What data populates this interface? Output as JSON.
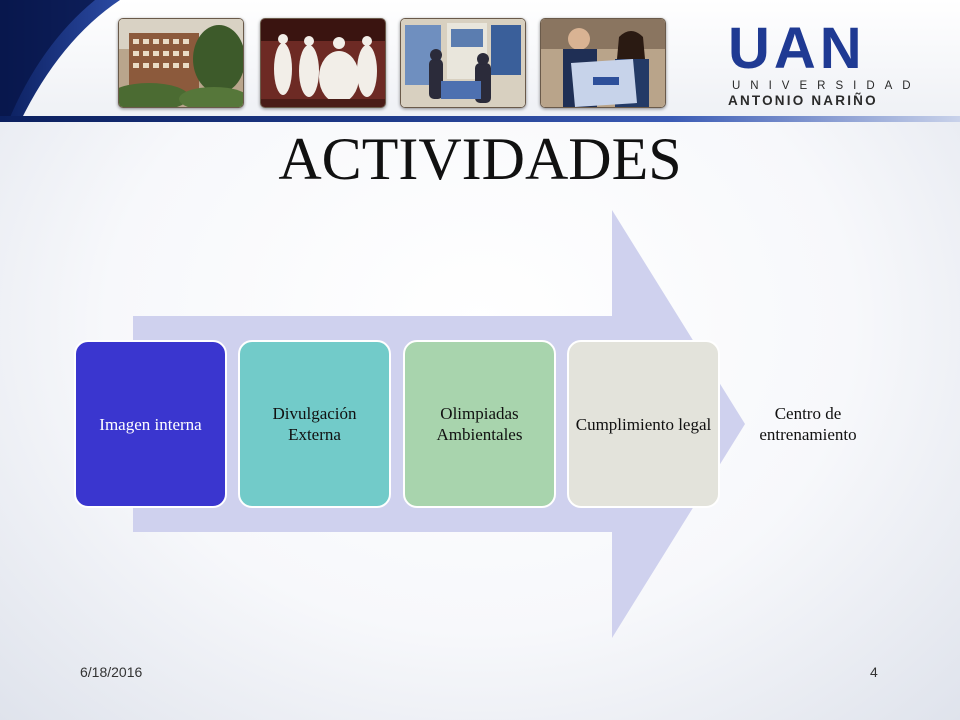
{
  "slide": {
    "title": "ACTIVIDADES",
    "footer_date": "6/18/2016",
    "page_number": "4"
  },
  "logo": {
    "letters": [
      "U",
      "A",
      "N"
    ],
    "line1": "UNIVERSIDAD",
    "line2": "ANTONIO NARIÑO",
    "color": "#1f3a93"
  },
  "header_photos": [
    {
      "subject": "campus-building-photo"
    },
    {
      "subject": "dancers-photo"
    },
    {
      "subject": "exhibition-photo"
    },
    {
      "subject": "students-brochure-photo"
    }
  ],
  "process": {
    "arrow_color": "#cfd1ee",
    "steps": [
      {
        "label": "Imagen interna",
        "fill": "#3a36cf",
        "text_color": "#ffffff"
      },
      {
        "label": "Divulgación Externa",
        "fill": "#72cbc9",
        "text_color": "#111111"
      },
      {
        "label": "Olimpiadas Ambientales",
        "fill": "#a8d4ad",
        "text_color": "#111111"
      },
      {
        "label": "Cumplimiento legal",
        "fill": "#e3e3db",
        "text_color": "#111111"
      },
      {
        "label": "Centro de entrenamiento",
        "fill": "",
        "text_color": "#111111"
      }
    ]
  }
}
